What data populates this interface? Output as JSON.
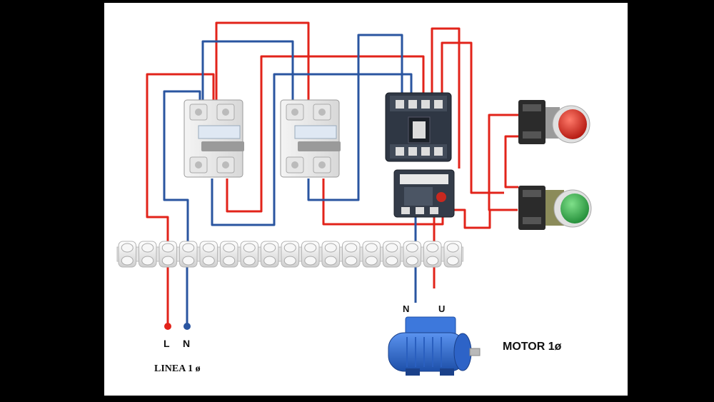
{
  "labels": {
    "line": "L",
    "neutral": "N",
    "linea_title": "LINEA 1 ø",
    "motor_neutral": "N",
    "motor_phase": "U",
    "motor_title": "MOTOR 1ø"
  },
  "colors": {
    "phase_wire": "#e2231a",
    "neutral_wire": "#2a55a0",
    "background": "#ffffff",
    "frame": "#000000",
    "stop_button": "#d9261c",
    "start_button": "#2fa84a",
    "motor_body": "#2f6bd0"
  },
  "components": {
    "breaker_count": 2,
    "contactor": "contactor-icon",
    "overload_relay": "thermal-relay-icon",
    "stop_pushbutton": "red-pushbutton-icon",
    "start_pushbutton": "green-pushbutton-icon",
    "terminal_block_positions": 17,
    "motor": "single-phase-motor-icon"
  }
}
